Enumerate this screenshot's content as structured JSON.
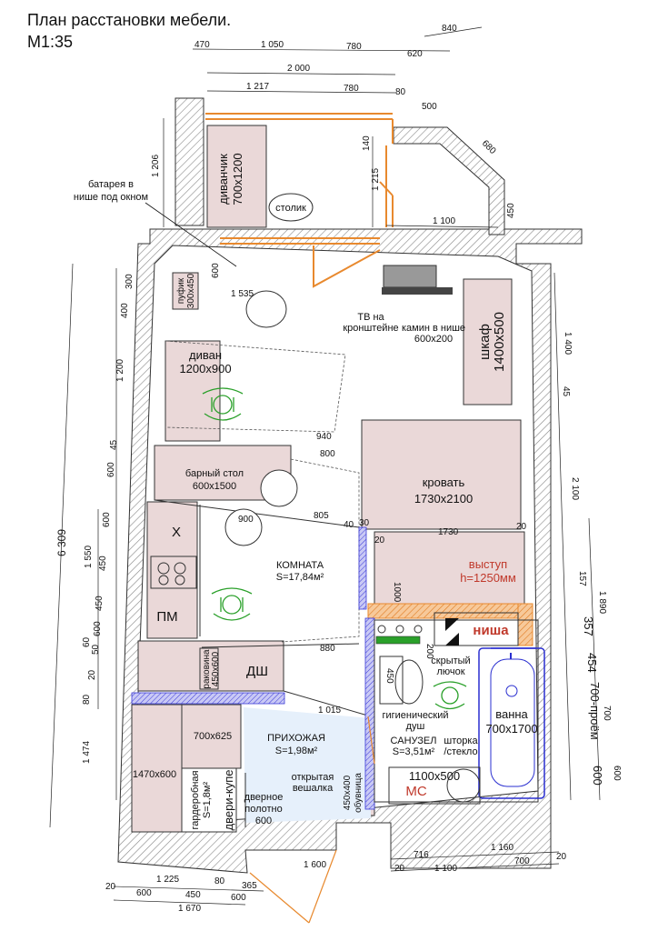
{
  "header": {
    "title": "План расстановки мебели.",
    "scale": "М1:35"
  },
  "labels": {
    "sofa_small": "диванчик",
    "sofa_small_size": "700х1200",
    "table": "столик",
    "radiator": "батарея в",
    "radiator_2": "нише под окном",
    "tv": "ТВ на",
    "tv_2": "кронштейне",
    "fireplace": "камин в нише",
    "fireplace_size": "600х200",
    "wardrobe": "шкаф",
    "wardrobe_size": "1400х500",
    "pouf": "пуфик",
    "pouf_size": "300х450",
    "sofa": "диван",
    "sofa_size": "1200х900",
    "bar": "барный стол",
    "bar_size": "600х1500",
    "bed": "кровать",
    "bed_size": "1730х2100",
    "room": "КОМНАТА",
    "room_area": "S=17,84м²",
    "ledge": "выступ",
    "ledge_h": "h=1250мм",
    "niche": "ниша",
    "hatch": "скрытый",
    "hatch_2": "лючок",
    "x_mark": "Х",
    "pm": "ПМ",
    "dw": "ДШ",
    "sink": "раковина",
    "sink_size": "450х600",
    "shower": "гигиенический",
    "shower_2": "душ",
    "bath": "ванна",
    "bath_size": "700х1700",
    "curtain": "шторка",
    "curtain_2": "/стекло",
    "hall": "ПРИХОЖАЯ",
    "hall_area": "S=1,98м²",
    "bathroom": "САНУЗЕЛ",
    "bathroom_area": "S=3,51м²",
    "cab_625": "700х625",
    "cab_1470": "1470х600",
    "dressing": "гардеробная",
    "dressing_area": "S=1,8м²",
    "coupe": "двери-купе",
    "door_leaf": "дверное",
    "door_leaf_2": "полотно",
    "door_leaf_3": "600",
    "hanger": "открытая",
    "hanger_2": "вешалка",
    "shoe": "обувница",
    "shoe_size": "450х400",
    "wm": "1100х500",
    "mc": "МС",
    "w500": "500"
  },
  "dims_top": {
    "d840": "840",
    "d470": "470",
    "d1050": "1 050",
    "d780a": "780",
    "d620": "620",
    "d2000": "2 000",
    "d1217": "1 217",
    "d780b": "780",
    "d80a": "80",
    "d500": "500",
    "d680": "680",
    "d450a": "450",
    "d1100a": "1 100",
    "d140": "140",
    "d1215": "1 215",
    "d1206": "1 206",
    "d600a": "600",
    "d1535": "1 535"
  },
  "dims_left": {
    "d300": "300",
    "d400": "400",
    "d1200": "1 200",
    "d45": "45",
    "d600": "600",
    "d600b": "600",
    "d1550": "1 550",
    "d450": "450",
    "d450b": "450",
    "d600c": "600",
    "d60": "60",
    "d50": "50",
    "d20": "20",
    "d80": "80",
    "d6309": "6 309",
    "d1474": "1 474"
  },
  "dims_right": {
    "d1400": "1 400",
    "d45r": "45",
    "d2100": "2 100",
    "d1890": "1 890",
    "d157": "157",
    "d357": "357",
    "d454": "454",
    "d700p": "700-проём",
    "d700": "700",
    "d600r": "600",
    "d600rr": "600"
  },
  "dims_inner": {
    "d940": "940",
    "d800": "800",
    "d900": "900",
    "d805": "805",
    "d40": "40",
    "d30": "30",
    "d1730": "1730",
    "d20a": "20",
    "d20b": "20",
    "d1000": "1000",
    "d200": "200",
    "d880": "880",
    "d450i": "450",
    "d1015": "1 015"
  },
  "dims_bottom": {
    "d716": "716",
    "d1160": "1 160",
    "d20c": "20",
    "d1100": "1 100",
    "d700b": "700",
    "d20d": "20",
    "d1225": "1 225",
    "d80b": "80",
    "d365": "365",
    "d20e": "20",
    "d600d": "600",
    "d450c": "450",
    "d600e": "600",
    "d1670": "1 670",
    "d1600": "1 600"
  },
  "colors": {
    "furniture": "#ead8d8",
    "orange": "#e8892e",
    "blue": "#2a2fd0",
    "green": "#2aa02a",
    "hall_fill": "#e6f0fb",
    "hatch_bg": "#f3c8a0"
  }
}
